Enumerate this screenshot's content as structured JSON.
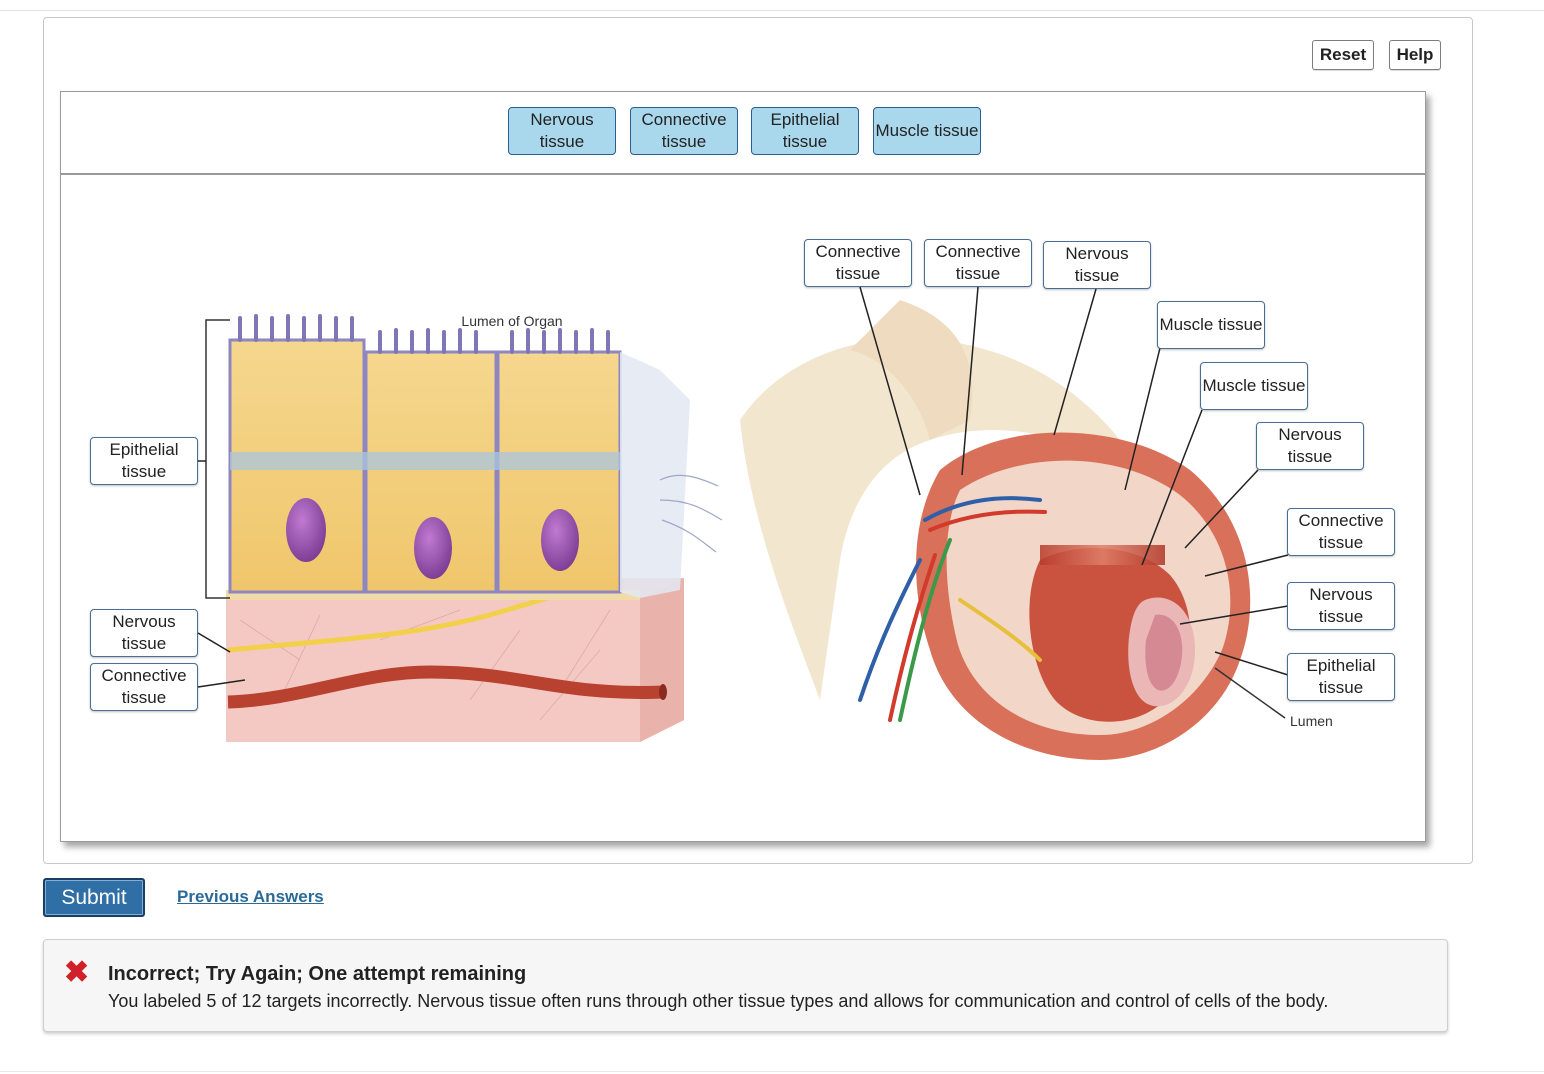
{
  "toolbar": {
    "reset_label": "Reset",
    "help_label": "Help"
  },
  "bank": {
    "items": [
      {
        "label": "Nervous\ntissue"
      },
      {
        "label": "Connective\ntissue"
      },
      {
        "label": "Epithelial\ntissue"
      },
      {
        "label": "Muscle tissue"
      }
    ]
  },
  "figure": {
    "lumen_of_organ": "Lumen of Organ",
    "lumen": "Lumen",
    "labels": {
      "left_epithelial": "Epithelial\ntissue",
      "left_nervous": "Nervous\ntissue",
      "left_connective": "Connective\ntissue",
      "r_connective_1": "Connective\ntissue",
      "r_connective_2": "Connective\ntissue",
      "r_nervous_1": "Nervous\ntissue",
      "r_muscle_1": "Muscle tissue",
      "r_muscle_2": "Muscle tissue",
      "r_nervous_2": "Nervous\ntissue",
      "r_connective_3": "Connective\ntissue",
      "r_nervous_3": "Nervous\ntissue",
      "r_epithelial": "Epithelial\ntissue"
    }
  },
  "actions": {
    "submit_label": "Submit",
    "previous_answers_label": "Previous Answers"
  },
  "feedback": {
    "title": "Incorrect; Try Again; One attempt remaining",
    "message": "You labeled 5 of 12 targets incorrectly. Nervous tissue often runs through other tissue types and allows for communication and control of cells of the body."
  },
  "colors": {
    "chip_fill": "#a9d7ec",
    "submit_fill": "#2f6fa5",
    "link": "#2b6a98",
    "error": "#d0212a"
  }
}
